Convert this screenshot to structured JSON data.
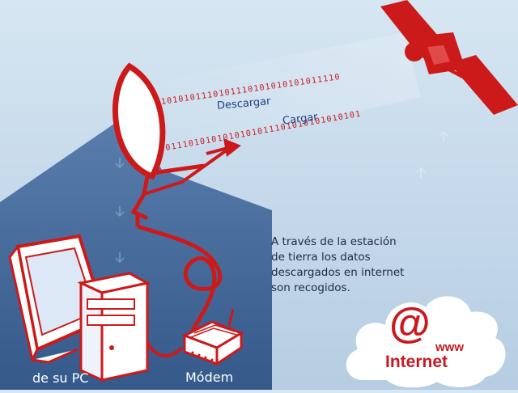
{
  "labels": {
    "download": "Descargar",
    "upload": "Cargar",
    "pc": "de su PC",
    "modem": "Módem",
    "internet": "Internet",
    "www": "www",
    "at_symbol": "@"
  },
  "description": {
    "lines": [
      "A través de la  estación",
      "de tierra los datos",
      "descargados en internet",
      "son recogidos."
    ]
  },
  "binary_streams": {
    "download": "1101010101110101110101010101011110",
    "upload": "0111010101010101011101010101010101"
  },
  "colors": {
    "accent": "#cc1a1a",
    "panel": "#3d6293",
    "text_dark": "#1f2a44",
    "text_blue": "#1f3f82",
    "cloud": "#ffffff"
  }
}
